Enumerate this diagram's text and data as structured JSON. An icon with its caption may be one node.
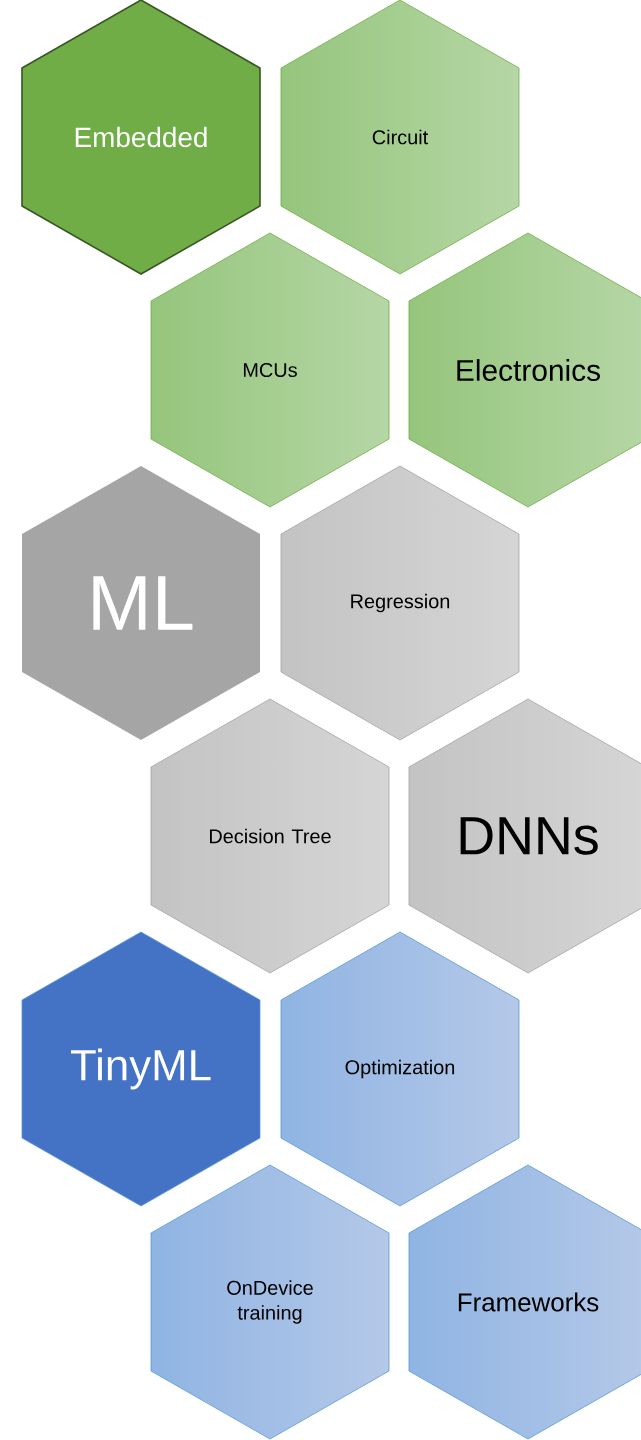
{
  "diagram": {
    "nodes": [
      {
        "text": [
          "Embedded"
        ]
      },
      {
        "text": [
          "Circuit"
        ]
      },
      {
        "text": [
          "MCUs"
        ]
      },
      {
        "text": [
          "Electronics"
        ]
      },
      {
        "text": [
          "ML"
        ]
      },
      {
        "text": [
          "Regression"
        ]
      },
      {
        "text": [
          "Decision Tree"
        ]
      },
      {
        "text": [
          "DNNs"
        ]
      },
      {
        "text": [
          "TinyML"
        ]
      },
      {
        "text": [
          "Optimization"
        ]
      },
      {
        "text": [
          "OnDevice training"
        ]
      },
      {
        "text": [
          "Frameworks"
        ]
      }
    ]
  }
}
